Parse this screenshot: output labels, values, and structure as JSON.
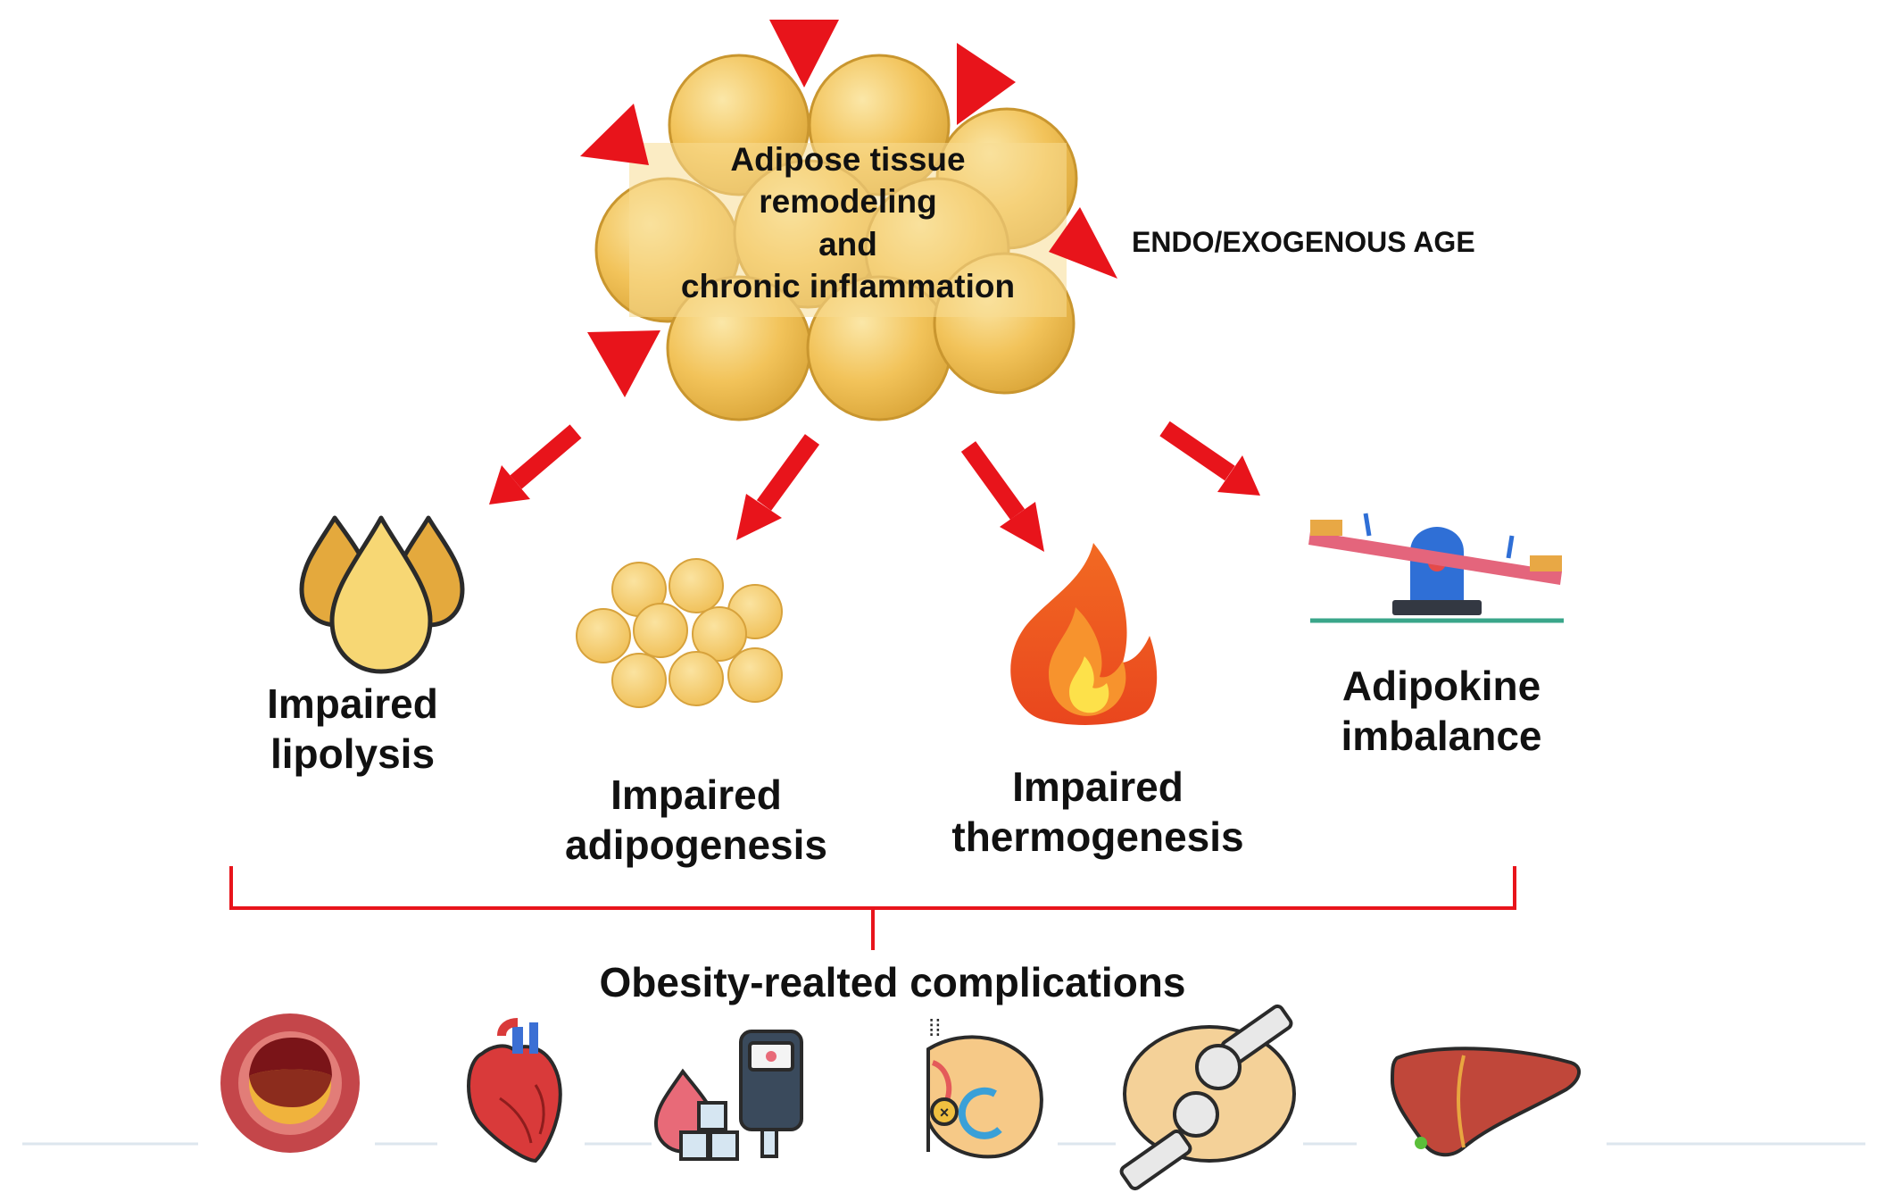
{
  "center": {
    "lines": [
      "Adipose tissue",
      "remodeling",
      "and",
      "chronic inflammation"
    ]
  },
  "trigger_label": "ENDO/EXOGENOUS AGE",
  "effects": [
    {
      "lines": [
        "Impaired",
        "lipolysis"
      ],
      "icon": "lipid-droplets-icon"
    },
    {
      "lines": [
        "Impaired",
        "adipogenesis"
      ],
      "icon": "adipocyte-cluster-icon"
    },
    {
      "lines": [
        "Impaired",
        "thermogenesis"
      ],
      "icon": "flame-icon"
    },
    {
      "lines": [
        "Adipokine",
        "imbalance"
      ],
      "icon": "seesaw-icon"
    }
  ],
  "complications_label": "Obesity-realted complications",
  "complication_icons": [
    "artery-plaque-icon",
    "heart-icon",
    "blood-glucose-meter-icon",
    "sleep-apnea-icon",
    "joint-icon",
    "liver-icon"
  ],
  "colors": {
    "arrow": "#e8141b",
    "bracket": "#e8141b",
    "fat_cell": "#f2c35a",
    "fat_cell_edge": "#d9a437",
    "text": "#111111"
  }
}
